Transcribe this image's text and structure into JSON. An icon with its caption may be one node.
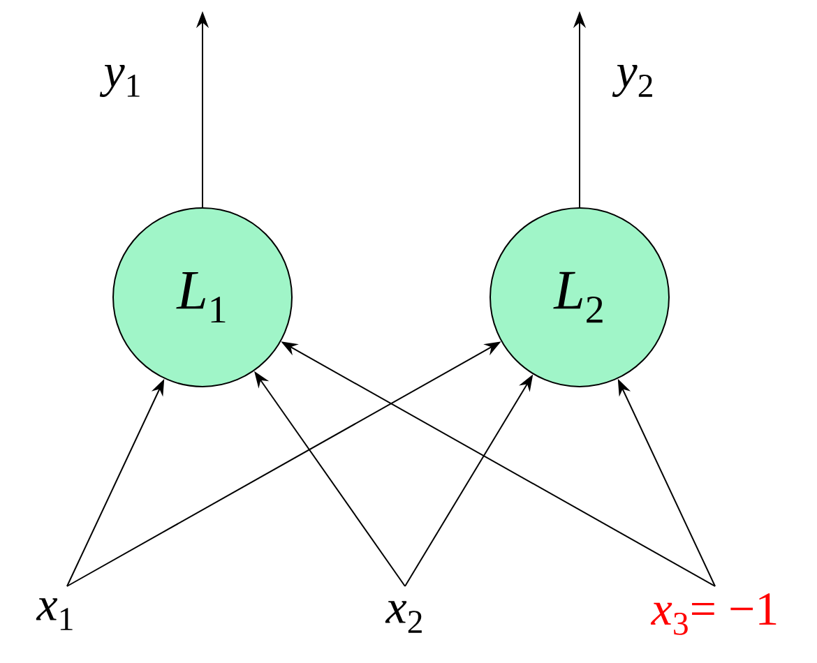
{
  "diagram": {
    "nodes": [
      {
        "text": [
          "*L*$_{1}$"
        ]
      },
      {
        "text": [
          "*L*$_{2}$"
        ]
      },
      {
        "text": [
          "*x*$_{1}$"
        ]
      },
      {
        "text": [
          "*x*$_{2}$"
        ]
      },
      {
        "text": [
          "*x*$_{3}$= −1"
        ]
      }
    ],
    "edges": [
      {
        "from": 0,
        "to": null,
        "arrow": "to"
      },
      {
        "from": 1,
        "to": null,
        "arrow": "to"
      },
      {
        "from": 2,
        "to": 0,
        "arrow": "to"
      },
      {
        "from": 2,
        "to": 1,
        "arrow": "to"
      },
      {
        "from": 3,
        "to": 0,
        "arrow": "to"
      },
      {
        "from": 3,
        "to": 1,
        "arrow": "to"
      },
      {
        "from": 4,
        "to": 0,
        "arrow": "to"
      },
      {
        "from": 4,
        "to": 1,
        "arrow": "to"
      }
    ],
    "labels": [
      "*y*$_{1}$",
      "*y*$_{2}$"
    ]
  }
}
